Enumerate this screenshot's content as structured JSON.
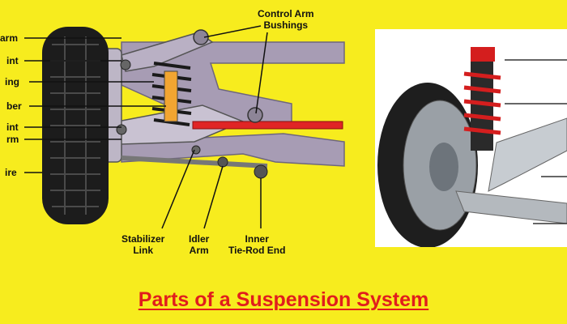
{
  "title": "Parts of a Suspension System",
  "left_labels": [
    {
      "text": "arm"
    },
    {
      "text": "int"
    },
    {
      "text": "ing"
    },
    {
      "text": "ber"
    },
    {
      "text": "int"
    },
    {
      "text": "rm"
    },
    {
      "text": "ire"
    }
  ],
  "callouts": {
    "control_arm_bushings": [
      "Control Arm",
      "Bushings"
    ],
    "stabilizer_link": [
      "Stabilizer",
      "Link"
    ],
    "idler_arm": [
      "Idler",
      "Arm"
    ],
    "inner_tie_rod_end": [
      "Inner",
      "Tie-Rod End"
    ]
  },
  "colors": {
    "background": "#f7ec1e",
    "title": "#e11d1d",
    "frame": "#a79cb4",
    "tire": "#1c1c1c",
    "spring": "#1a1a1a",
    "shock": "#f2a531",
    "tie_rod": "#e02525",
    "coilover": "#d41e1e"
  }
}
